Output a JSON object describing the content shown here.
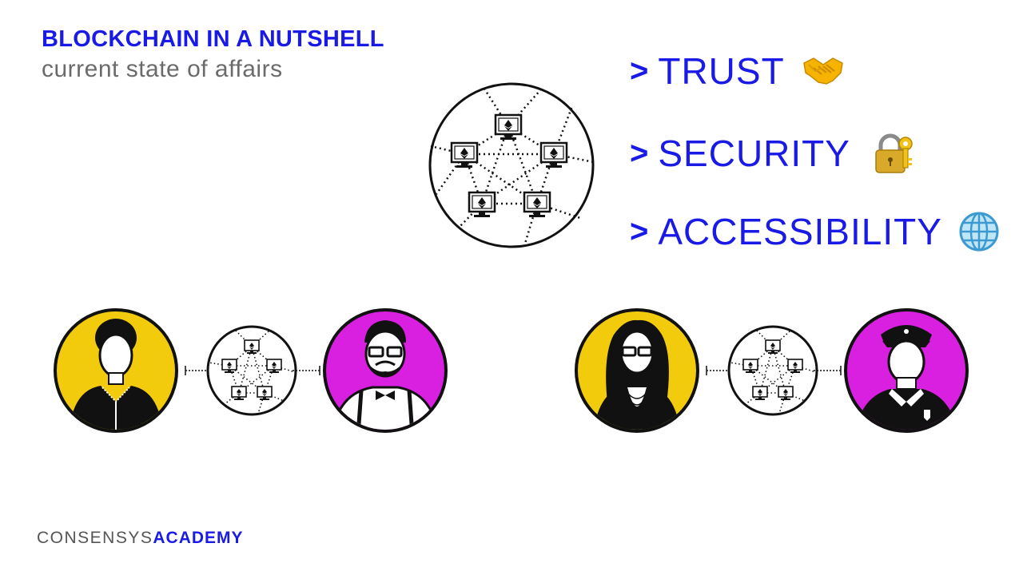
{
  "header": {
    "title": "BLOCKCHAIN IN A NUTSHELL",
    "subtitle": "current state of affairs"
  },
  "points": [
    {
      "arrow": ">",
      "label": "TRUST",
      "icon": "handshake-icon"
    },
    {
      "arrow": ">",
      "label": "SECURITY",
      "icon": "lock-with-key-icon"
    },
    {
      "arrow": ">",
      "label": "ACCESSIBILITY",
      "icon": "globe-icon"
    }
  ],
  "footer": {
    "brand": "CONSENSYS",
    "academy": "ACADEMY"
  },
  "colors": {
    "accent": "#1a1ae6",
    "yellow": "#f2cc0c",
    "magenta": "#d91fe0",
    "gray": "#6b6b6b"
  }
}
